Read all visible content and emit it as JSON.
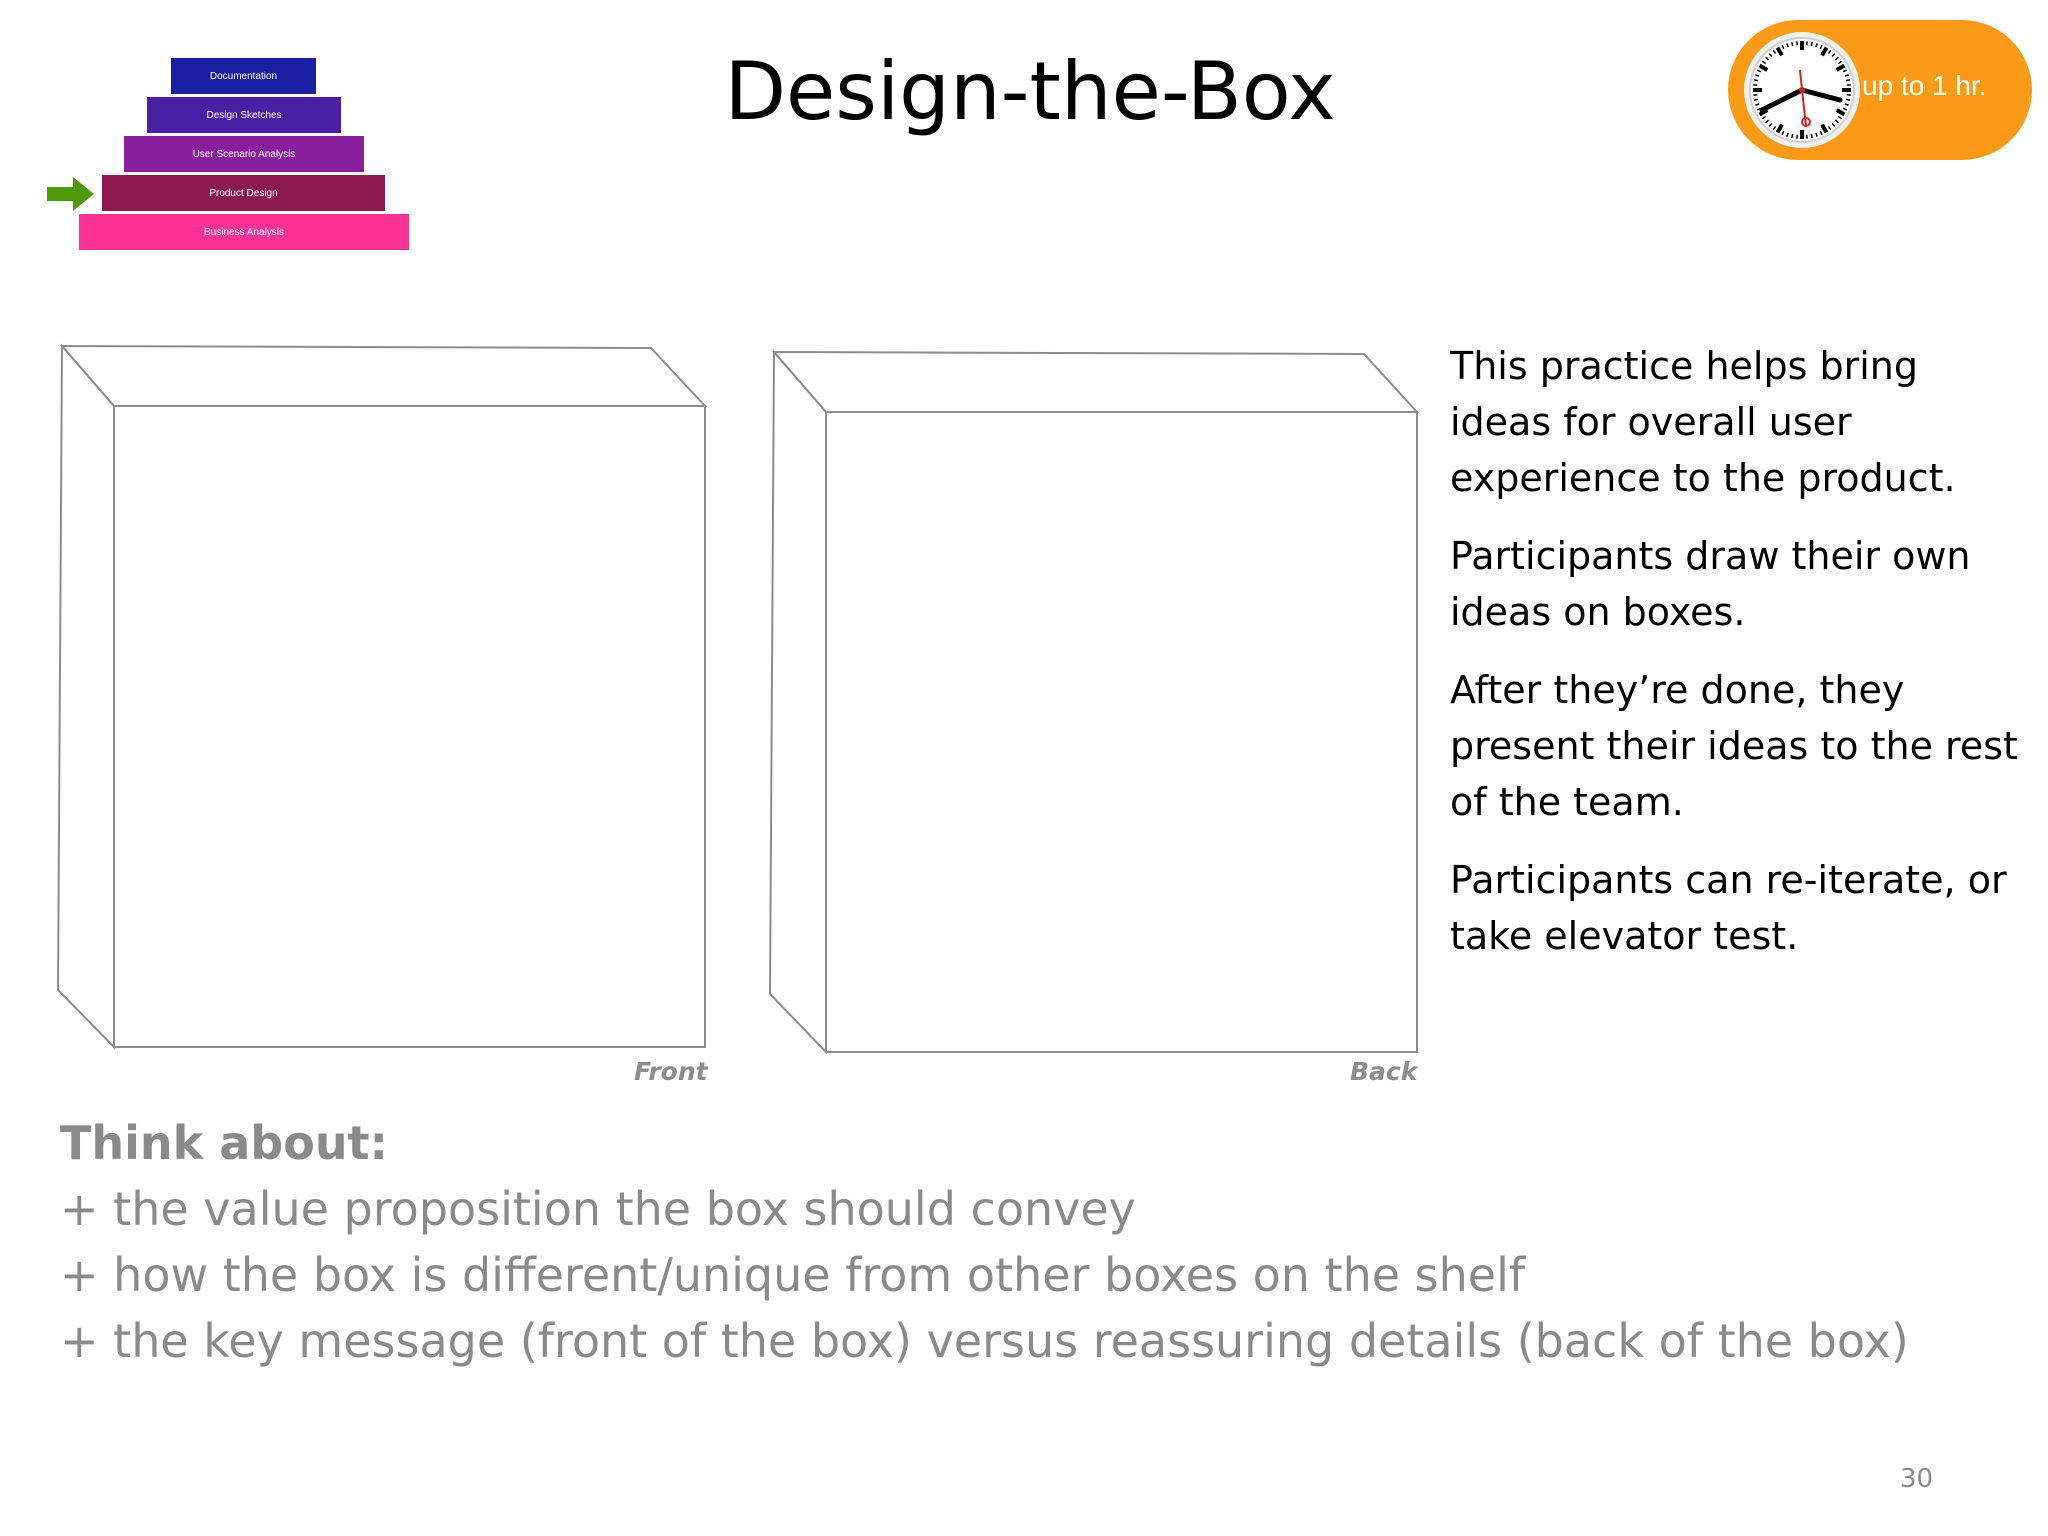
{
  "header": {
    "title": "Design-the-Box"
  },
  "pyramid": {
    "tiers": [
      {
        "label": "Documentation",
        "color": "#1a1ea0"
      },
      {
        "label": "Design Sketches",
        "color": "#4b1ea5"
      },
      {
        "label": "User Scenario Analysis",
        "color": "#8a1f9e"
      },
      {
        "label": "Product Design",
        "color": "#8c1a4e"
      },
      {
        "label": "Business Analysis",
        "color": "#fc3295"
      }
    ],
    "current": "Product Design",
    "arrow_color": "#4e9a06"
  },
  "timer": {
    "text": "up to 1 hr.",
    "color": "#fa9a16"
  },
  "boxes": {
    "front_label": "Front",
    "back_label": "Back"
  },
  "description": {
    "paragraphs": [
      "This practice helps bring ideas for overall user experience to the product.",
      "Participants draw their own ideas on boxes.",
      "After they’re done, they present their ideas to the rest of the team.",
      "Participants can re-iterate, or take elevator test."
    ]
  },
  "think_about": {
    "title": "Think about:",
    "items": [
      "+ the value proposition  the box should convey",
      "+ how the box is different/unique from other boxes on the shelf",
      "+ the key message (front of the box) versus reassuring details (back of the box)"
    ]
  },
  "footer": {
    "page_number": "30"
  }
}
